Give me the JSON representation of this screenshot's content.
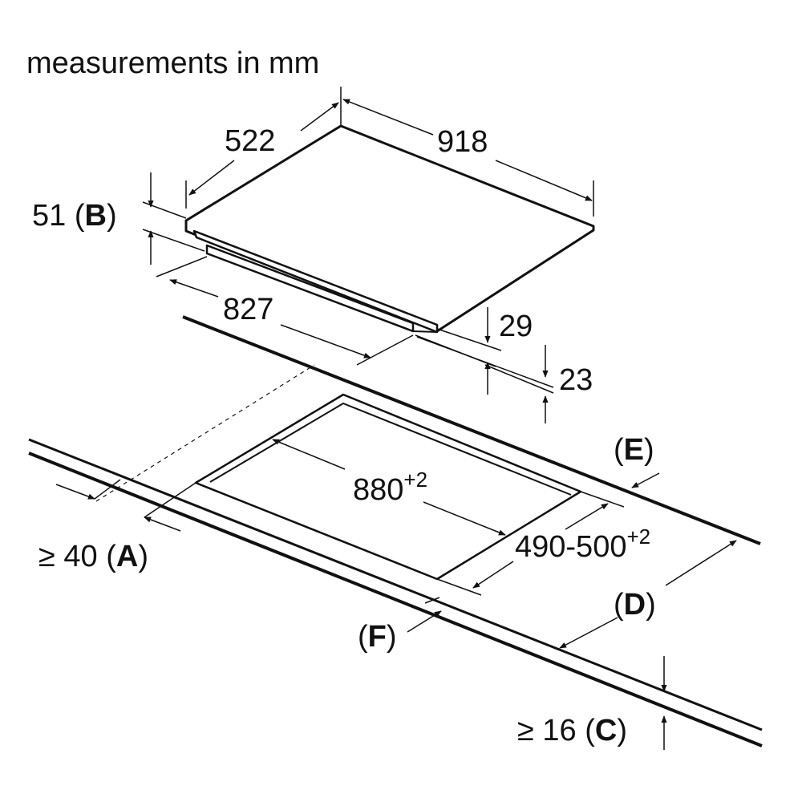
{
  "title": "measurements in mm",
  "labels": {
    "depth": "522",
    "width": "918",
    "height_b_value": "51",
    "height_b_letter": "B",
    "under_width": "827",
    "dim_29": "29",
    "dim_23": "23",
    "cutout_width": "880",
    "cutout_width_tol": "+2",
    "cutout_depth": "490-500",
    "cutout_depth_tol": "+2",
    "min_a_prefix": "≥ 40",
    "min_a_letter": "A",
    "min_c_prefix": "≥ 16",
    "min_c_letter": "C",
    "letter_d": "D",
    "letter_e": "E",
    "letter_f": "F"
  },
  "colors": {
    "line": "#111111",
    "background": "#ffffff"
  }
}
